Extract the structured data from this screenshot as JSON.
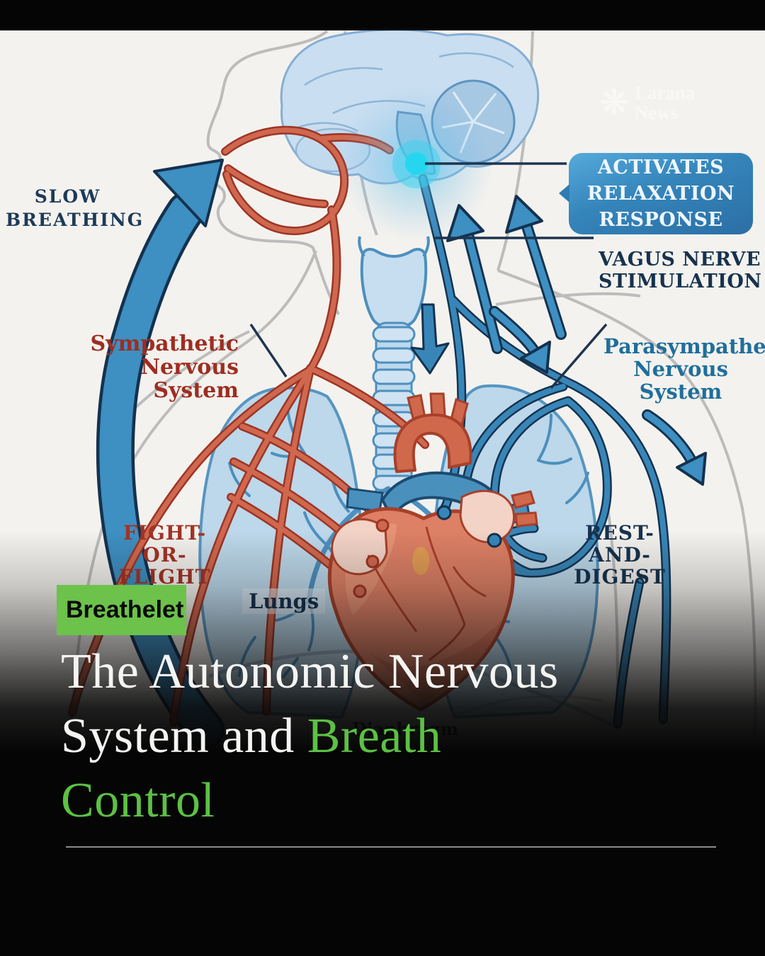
{
  "watermark": {
    "line1": "Larana",
    "line2": "News"
  },
  "labels": {
    "slow_breathing": {
      "line1": "SLOW",
      "line2": "BREATHING"
    },
    "callout": {
      "line1": "ACTIVATES",
      "line2": "RELAXATION",
      "line3": "RESPONSE"
    },
    "vagus": {
      "line1": "VAGUS NERVE",
      "line2": "STIMULATION"
    },
    "sympathetic": {
      "line1": "Sympathetic",
      "line2": "Nervous System"
    },
    "parasympathetic": {
      "line1": "Parasympathetic",
      "line2": "Nervous System"
    },
    "fight_or_flight": {
      "line1": "FIGHT-OR-",
      "line2": "FLIGHT"
    },
    "rest_and_digest": {
      "line1": "REST-AND-",
      "line2": "DIGEST"
    },
    "lungs": "Lungs",
    "diaphragm": "Diaphragm"
  },
  "badge": {
    "label": "Breathelet"
  },
  "title": {
    "line1": "The Autonomic Nervous",
    "line2_white": "System and ",
    "line2_green": "Breath",
    "line3_green": "Control"
  },
  "colors": {
    "badge_green": "#6cc24b",
    "title_green": "#5cc144",
    "callout_blue": "#2e7cb2",
    "label_navy": "#1d3a58",
    "label_red": "#9e2d21",
    "label_teal": "#1f6f9c",
    "nerve_blue": "#3886b8",
    "nerve_red": "#d0684f",
    "glow_cyan": "#24d7ef"
  }
}
